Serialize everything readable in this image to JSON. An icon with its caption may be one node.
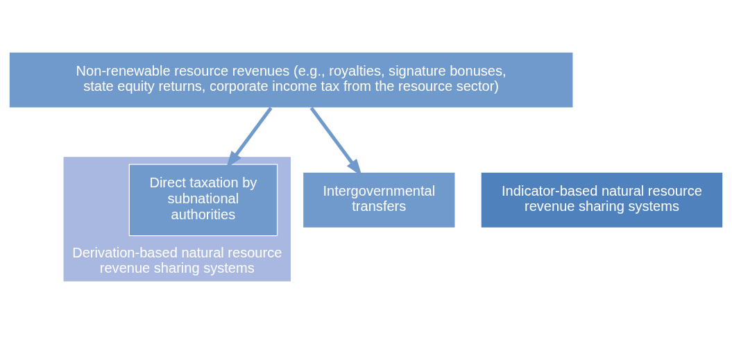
{
  "diagram": {
    "nodes": [
      {
        "text": [
          "Non-renewable resource revenues (e.g., royalties, signature bonuses, state equity returns, corporate income tax from the resource sector)"
        ]
      },
      {
        "text": [
          "Derivation-based natural resource revenue sharing systems"
        ]
      },
      {
        "text": [
          "Direct taxation by subnational authorities"
        ],
        "in": 1
      },
      {
        "text": [
          "Intergovernmental transfers"
        ]
      },
      {
        "text": [
          "Indicator-based natural resource revenue sharing systems"
        ]
      }
    ],
    "edges": [
      {
        "from": 0,
        "to": 2,
        "arrow": "to"
      },
      {
        "from": 0,
        "to": 3,
        "arrow": "to"
      }
    ]
  }
}
